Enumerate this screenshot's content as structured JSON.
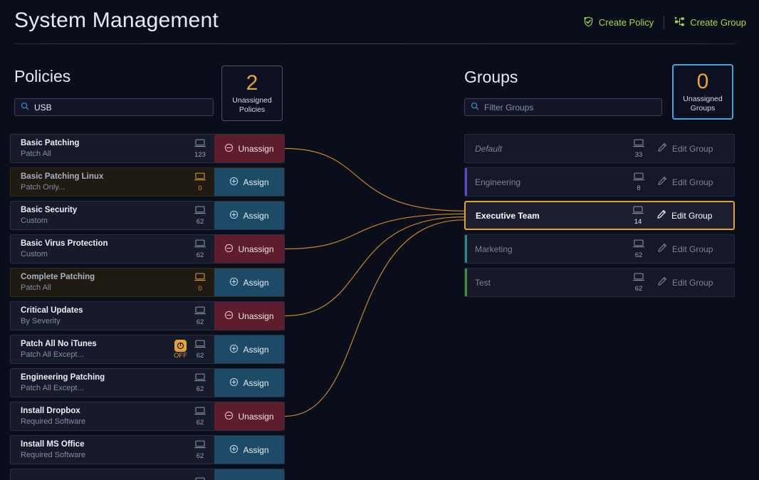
{
  "header": {
    "title": "System Management",
    "actions": [
      {
        "label": "Create Policy",
        "icon": "shield-check-icon"
      },
      {
        "label": "Create Group",
        "icon": "node-group-icon"
      }
    ]
  },
  "policies_panel": {
    "title": "Policies",
    "search": {
      "value": "USB",
      "placeholder": "",
      "icon": "search-icon"
    },
    "unassigned_card": {
      "count": "2",
      "label_line1": "Unassigned",
      "label_line2": "Policies",
      "border_color": "#4b5068"
    },
    "rows": [
      {
        "name": "Basic Patching",
        "subtitle": "Patch All",
        "device_icon": "laptop-icon",
        "device_count": "123",
        "zero": false,
        "off_badge": false,
        "action": "Unassign",
        "action_type": "unassign",
        "connected": true
      },
      {
        "name": "Basic Patching Linux",
        "subtitle": "Patch Only...",
        "device_icon": "laptop-icon",
        "device_count": "0",
        "zero": true,
        "off_badge": false,
        "action": "Assign",
        "action_type": "assign",
        "connected": false
      },
      {
        "name": "Basic Security",
        "subtitle": "Custom",
        "device_icon": "laptop-icon",
        "device_count": "62",
        "zero": false,
        "off_badge": false,
        "action": "Assign",
        "action_type": "assign",
        "connected": false
      },
      {
        "name": "Basic Virus Protection",
        "subtitle": "Custom",
        "device_icon": "laptop-icon",
        "device_count": "62",
        "zero": false,
        "off_badge": false,
        "action": "Unassign",
        "action_type": "unassign",
        "connected": true
      },
      {
        "name": "Complete Patching",
        "subtitle": "Patch All",
        "device_icon": "laptop-icon",
        "device_count": "0",
        "zero": true,
        "off_badge": false,
        "action": "Assign",
        "action_type": "assign",
        "connected": false
      },
      {
        "name": "Critical Updates",
        "subtitle": "By Severity",
        "device_icon": "laptop-icon",
        "device_count": "62",
        "zero": false,
        "off_badge": false,
        "action": "Unassign",
        "action_type": "unassign",
        "connected": true
      },
      {
        "name": "Patch All No iTunes",
        "subtitle": "Patch All Except...",
        "device_icon": "laptop-icon",
        "device_count": "62",
        "zero": false,
        "off_badge": true,
        "off_label": "OFF",
        "off_icon": "power-off-icon",
        "action": "Assign",
        "action_type": "assign",
        "connected": false
      },
      {
        "name": "Engineering Patching",
        "subtitle": "Patch All Except...",
        "device_icon": "laptop-icon",
        "device_count": "62",
        "zero": false,
        "off_badge": false,
        "action": "Assign",
        "action_type": "assign",
        "connected": false
      },
      {
        "name": "Install Dropbox",
        "subtitle": "Required Software",
        "device_icon": "laptop-icon",
        "device_count": "62",
        "zero": false,
        "off_badge": false,
        "action": "Unassign",
        "action_type": "unassign",
        "connected": true
      },
      {
        "name": "Install MS Office",
        "subtitle": "Required Software",
        "device_icon": "laptop-icon",
        "device_count": "62",
        "zero": false,
        "off_badge": false,
        "action": "Assign",
        "action_type": "assign",
        "connected": false
      },
      {
        "name": "",
        "subtitle": "",
        "device_icon": "laptop-icon",
        "device_count": "",
        "zero": false,
        "off_badge": false,
        "action": "",
        "action_type": "assign",
        "connected": false
      }
    ]
  },
  "groups_panel": {
    "title": "Groups",
    "search": {
      "value": "",
      "placeholder": "Filter Groups",
      "icon": "search-icon"
    },
    "unassigned_card": {
      "count": "0",
      "label_line1": "Unassigned",
      "label_line2": "Groups",
      "border_color": "#4aa3d8"
    },
    "rows": [
      {
        "name": "Default",
        "italic": true,
        "device_icon": "laptop-icon",
        "device_count": "33",
        "action": "Edit Group",
        "action_icon": "pencil-icon",
        "accent": "transparent",
        "selected": false
      },
      {
        "name": "Engineering",
        "italic": false,
        "device_icon": "laptop-icon",
        "device_count": "8",
        "action": "Edit Group",
        "action_icon": "pencil-icon",
        "accent": "#5b4bd0",
        "selected": false
      },
      {
        "name": "Executive Team",
        "italic": false,
        "device_icon": "laptop-icon",
        "device_count": "14",
        "action": "Edit Group",
        "action_icon": "pencil-icon",
        "accent": "transparent",
        "selected": true
      },
      {
        "name": "Marketing",
        "italic": false,
        "device_icon": "laptop-icon",
        "device_count": "62",
        "action": "Edit Group",
        "action_icon": "pencil-icon",
        "accent": "#2a8a8a",
        "selected": false
      },
      {
        "name": "Test",
        "italic": false,
        "device_icon": "laptop-icon",
        "device_count": "62",
        "action": "Edit Group",
        "action_icon": "pencil-icon",
        "accent": "#3f8f3a",
        "selected": false
      }
    ]
  },
  "connectors": {
    "color": "#c8862c",
    "description": "Curved links from assigned policies to the Executive Team group",
    "links": [
      {
        "from": "Basic Patching",
        "to": "Executive Team"
      },
      {
        "from": "Basic Virus Protection",
        "to": "Executive Team"
      },
      {
        "from": "Critical Updates",
        "to": "Executive Team"
      },
      {
        "from": "Install Dropbox",
        "to": "Executive Team"
      }
    ]
  },
  "theme": {
    "background": "#0a0d1a",
    "accent_green": "#a8d94a",
    "accent_orange": "#e6a43c",
    "assign_blue": "#1d4a66",
    "unassign_red": "#5d1d2c"
  }
}
